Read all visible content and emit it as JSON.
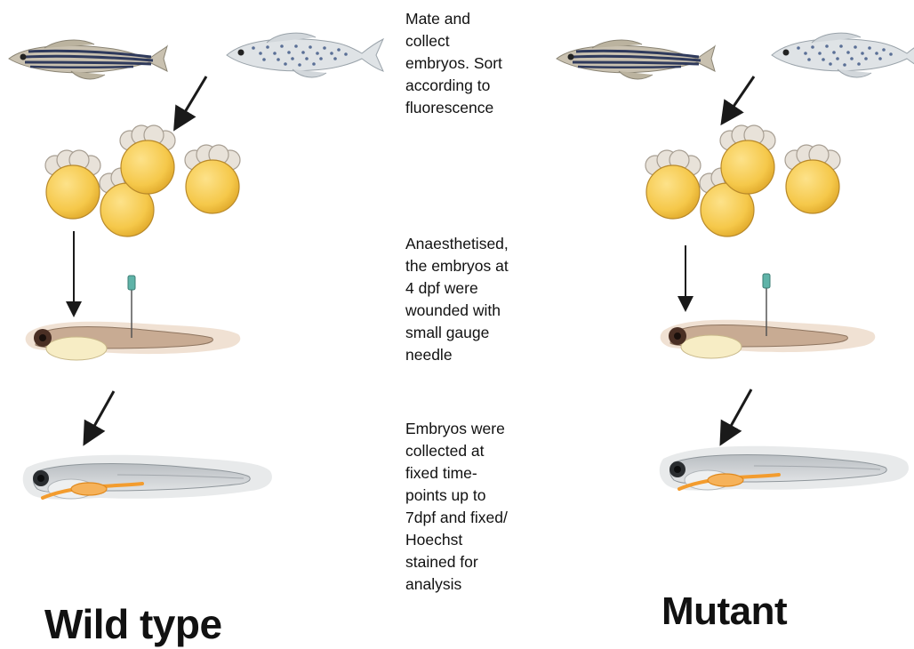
{
  "steps": [
    {
      "text": "Mate and\ncollect\nembryos. Sort\naccording to\nfluorescence"
    },
    {
      "text": "Anaesthetised,\nthe embryos at\n4 dpf were\nwounded with\nsmall gauge\nneedle"
    },
    {
      "text": "Embryos were\ncollected at\nfixed time-\npoints up to\n7dpf and fixed/\nHoechst\nstained for\nanalysis"
    }
  ],
  "columns": {
    "wild_type": {
      "label": "Wild type"
    },
    "mutant": {
      "label": "Mutant"
    }
  },
  "colors": {
    "embryo_yolk": "#f5c84a",
    "embryo_cells": "#e8e2d9",
    "arrow": "#1a1a1a",
    "needle_hub": "#5fb3a8",
    "larva_body": "#d4c1b0",
    "fixed_larva": "#cfd3d6",
    "gut_stain": "#f39c2e",
    "text": "#111111"
  },
  "icons": [
    "adult-zebrafish-striped",
    "adult-zebrafish-spotted",
    "embryo-cluster",
    "wounded-larva",
    "needle",
    "stained-larva",
    "arrow"
  ]
}
